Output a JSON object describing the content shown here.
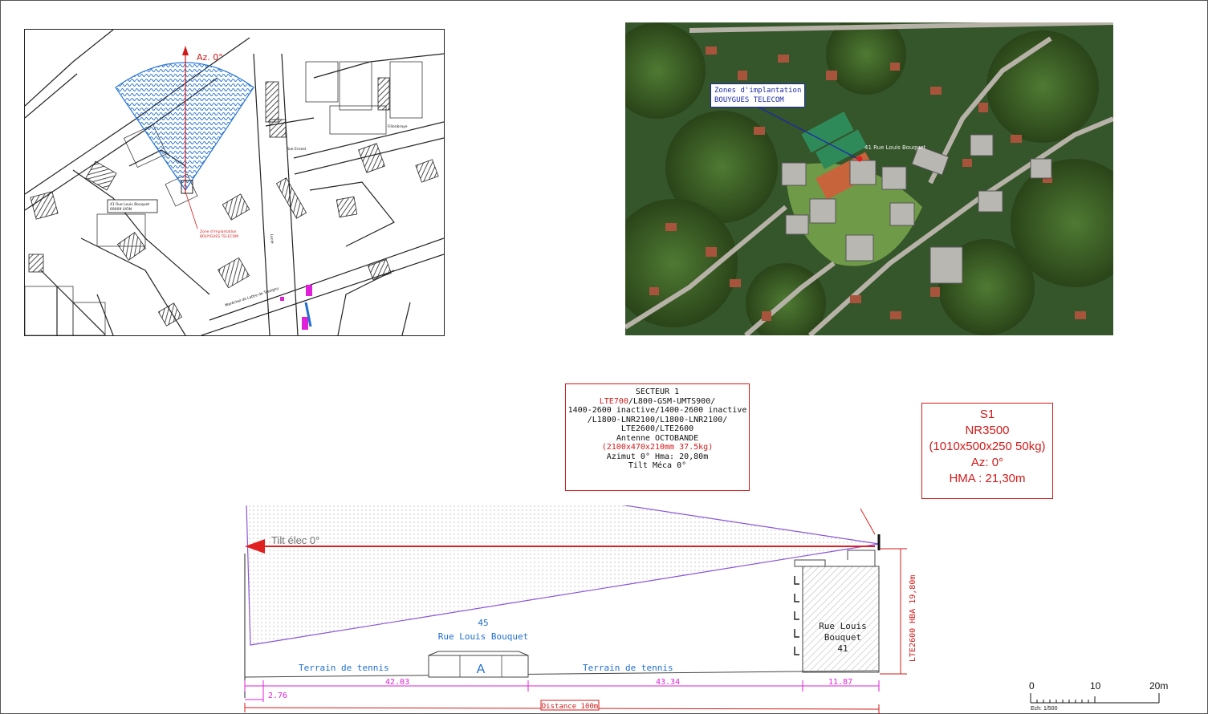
{
  "map": {
    "azimuth_label": "Az. 0°",
    "address_box": [
      "41 Rue Louis Bouquet",
      "69009 LYON"
    ],
    "zone_label": [
      "Zone d'implantation",
      "BOUYGUES TELECOM"
    ],
    "street_labels": [
      "Rue Ernest",
      "Fillonbraye",
      "Lucie",
      "Maréchal de Lattre de Tassigny"
    ]
  },
  "aerial": {
    "zone_label": "Zones d'implantation\nBOUYGUES TELECOM",
    "street_label": "41 Rue Louis Bouquet"
  },
  "sector_box": {
    "title": "SECTEUR 1",
    "band_red": "LTE",
    "band_red2": "700",
    "line1_rest": "/L800-GSM-UMTS900/",
    "line2": "1400-2600 inactive/1400-2600 inactive",
    "line3": "/L1800-LNR2100/L1800-LNR2100/",
    "line4": "LTE2600/LTE2600",
    "antenna": "Antenne OCTOBANDE",
    "dims": "(2100x470x210mm 37.5kg)",
    "azimut": "Azimut 0° Hma: 20,80m",
    "tilt": "Tilt Méca 0°"
  },
  "s1_box": {
    "title": "S1",
    "tech": "NR3500",
    "dims": "(1010x500x250 50kg)",
    "az": "Az: 0°",
    "hma": "HMA : 21,30m"
  },
  "elevation": {
    "tilt_label": "Tilt élec 0°",
    "address_num": "45",
    "address_name": "Rue Louis Bouquet",
    "building_letter": "A",
    "tennis_left": "Terrain de tennis",
    "tennis_right": "Terrain de tennis",
    "building_name": "Rue Louis\nBouquet\n41",
    "hba_label": "LTE2600 HBA 19,80m",
    "dim_276": "2.76",
    "dim_4203": "42.03",
    "dim_4334": "43.34",
    "dim_1187": "11.87",
    "distance": "Distance 100m"
  },
  "scale": {
    "labels": [
      "0",
      "10",
      "20m"
    ],
    "echelle": "Ech: 1/500"
  },
  "colors": {
    "red": "#d21a1a",
    "blue": "#1f6fd0",
    "magenta": "#e020d8",
    "violet": "#8a55d8"
  }
}
